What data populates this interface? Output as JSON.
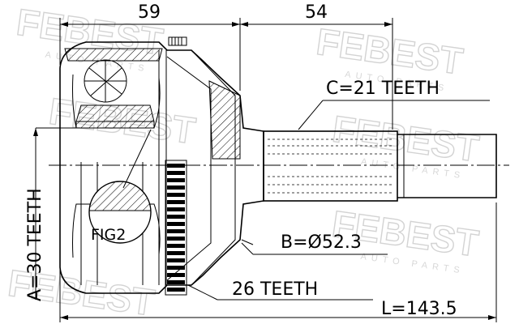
{
  "watermark": {
    "brand": "FEBEST",
    "tagline": "AUTO PARTS"
  },
  "dimensions": {
    "housing_length": "59",
    "shaft_length": "54",
    "total_length": "L=143.5"
  },
  "callouts": {
    "shaft_teeth": "C=21 TEETH",
    "inner_teeth": "A=30 TEETH",
    "diameter": "B=Ø52.3",
    "abs_ring_teeth": "26 TEETH",
    "figure": "FIG2"
  }
}
